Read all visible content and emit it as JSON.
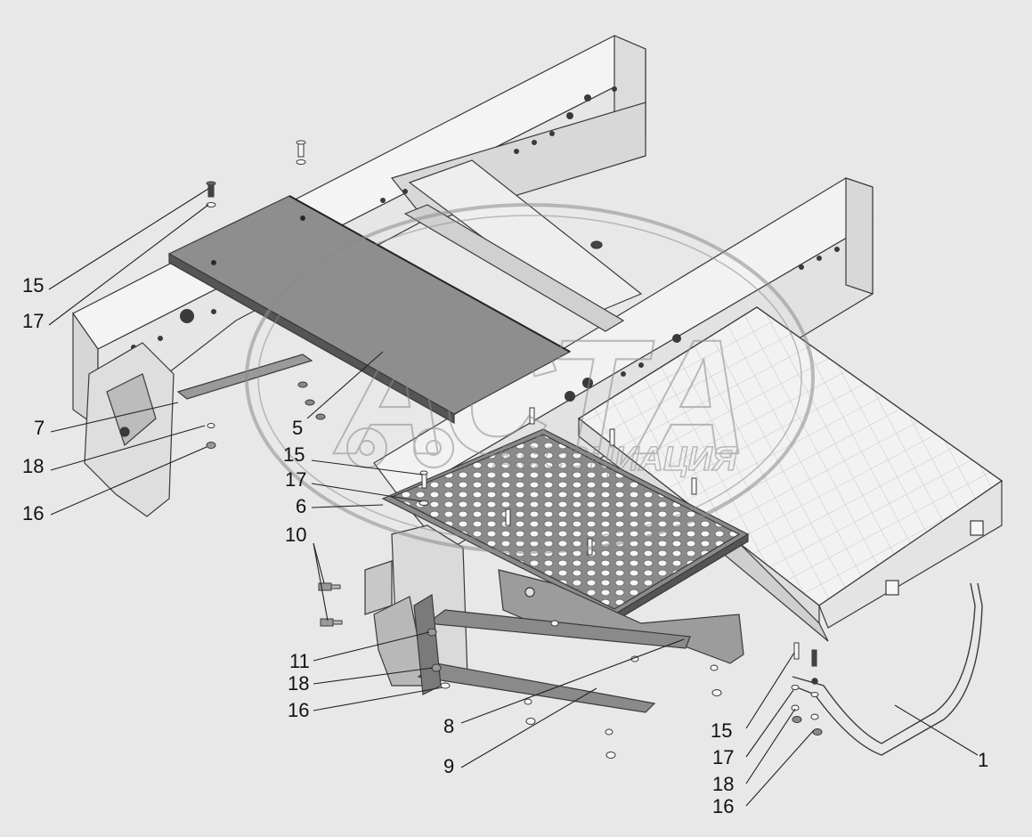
{
  "watermark": {
    "big_text": "АСТА",
    "sub_text": "АССОЦИАЦИЯ"
  },
  "callouts": [
    {
      "id": "c15a",
      "text": "15"
    },
    {
      "id": "c17a",
      "text": "17"
    },
    {
      "id": "c7",
      "text": "7"
    },
    {
      "id": "c18a",
      "text": "18"
    },
    {
      "id": "c16a",
      "text": "16"
    },
    {
      "id": "c5",
      "text": "5"
    },
    {
      "id": "c15b",
      "text": "15"
    },
    {
      "id": "c17b",
      "text": "17"
    },
    {
      "id": "c6",
      "text": "6"
    },
    {
      "id": "c10",
      "text": "10"
    },
    {
      "id": "c11",
      "text": "11"
    },
    {
      "id": "c18b",
      "text": "18"
    },
    {
      "id": "c16b",
      "text": "16"
    },
    {
      "id": "c8",
      "text": "8"
    },
    {
      "id": "c9",
      "text": "9"
    },
    {
      "id": "c15c",
      "text": "15"
    },
    {
      "id": "c17c",
      "text": "17"
    },
    {
      "id": "c18c",
      "text": "18"
    },
    {
      "id": "c16c",
      "text": "16"
    },
    {
      "id": "c1",
      "text": "1"
    }
  ],
  "colors": {
    "background": "#e8e8e8",
    "part_fill": "#f4f4f4",
    "part_shade": "#d2d2d2",
    "dark_part": "#8a8a8a",
    "outline": "#3a3a3a",
    "watermark": "#8c8c8c"
  }
}
